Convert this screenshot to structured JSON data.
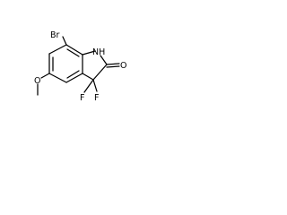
{
  "molecule": {
    "atoms": {
      "br": "Br",
      "nh": "NH",
      "o_carbonyl": "O",
      "o_methoxy": "O",
      "f1": "F",
      "f2": "F"
    }
  }
}
